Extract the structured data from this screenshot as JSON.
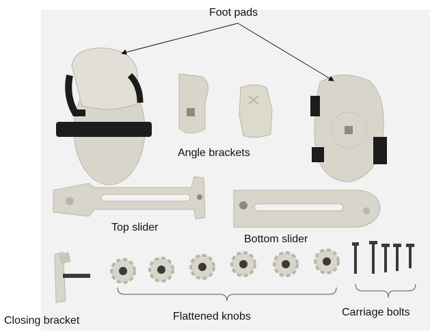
{
  "labels": {
    "foot_pads": "Foot pads",
    "angle_brackets": "Angle brackets",
    "top_slider": "Top slider",
    "bottom_slider": "Bottom slider",
    "closing_bracket": "Closing bracket",
    "flattened_knobs": "Flattened knobs",
    "carriage_bolts": "Carriage bolts"
  },
  "colors": {
    "background": "#ffffff",
    "photo_backdrop": "#f2f2f2",
    "part_plastic": "#d8d6cb",
    "part_shadow": "#b9b6a8",
    "strap": "#1c1c1c",
    "bolt": "#3a3a3a",
    "annotation_line": "#111111"
  }
}
